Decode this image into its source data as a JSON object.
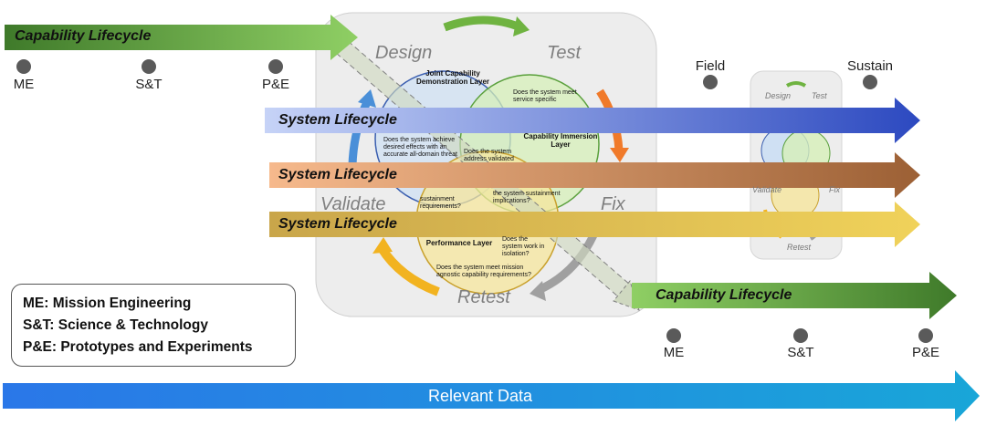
{
  "colors": {
    "capability_arrow": "#5d9a3a",
    "system_blue": "#3a5bc7",
    "system_orange": "#c9793f",
    "system_gold": "#d4ad3a",
    "relevant_data": "#1f8fe0",
    "milestone_dot": "#5a5a5a"
  },
  "capability_lifecycle_top": {
    "label": "Capability Lifecycle"
  },
  "capability_lifecycle_bottom": {
    "label": "Capability Lifecycle"
  },
  "system_lifecycles": [
    {
      "label": "System Lifecycle",
      "color_name": "blue"
    },
    {
      "label": "System Lifecycle",
      "color_name": "orange"
    },
    {
      "label": "System Lifecycle",
      "color_name": "gold"
    }
  ],
  "milestones_top": [
    "ME",
    "S&T",
    "P&E"
  ],
  "milestones_bottom": [
    "ME",
    "S&T",
    "P&E"
  ],
  "milestones_field": [
    "Field",
    "Sustain"
  ],
  "cycle_phases": {
    "design": "Design",
    "test": "Test",
    "validate": "Validate",
    "fix": "Fix",
    "retest": "Retest"
  },
  "small_cycle_phases": {
    "design": "Design",
    "test": "Test",
    "validate": "Validate",
    "fix": "Fix",
    "retest": "Retest"
  },
  "venn": {
    "top_circle_title": "Joint Capability Demonstration Layer",
    "right_circle_title": "Capability Immersion Layer",
    "bottom_circle_title": "Performance Layer",
    "q_desired_effects": "Does the system achieve desired effects with an accurate all-domain threat",
    "q_service_specific": "Does the system meet service specific",
    "q_address_validated": "Does the system address validated",
    "q_sustainment_req": "sustainment requirements?",
    "q_sustainment_impl": "the system sustainment implications?",
    "q_isolation": "Does the system work in isolation?",
    "q_mission_agnostic": "Does the system meet mission agnostic capability requirements?"
  },
  "legend": [
    "ME: Mission Engineering",
    "S&T: Science & Technology",
    "P&E: Prototypes and Experiments"
  ],
  "relevant_data": {
    "label": "Relevant Data"
  }
}
